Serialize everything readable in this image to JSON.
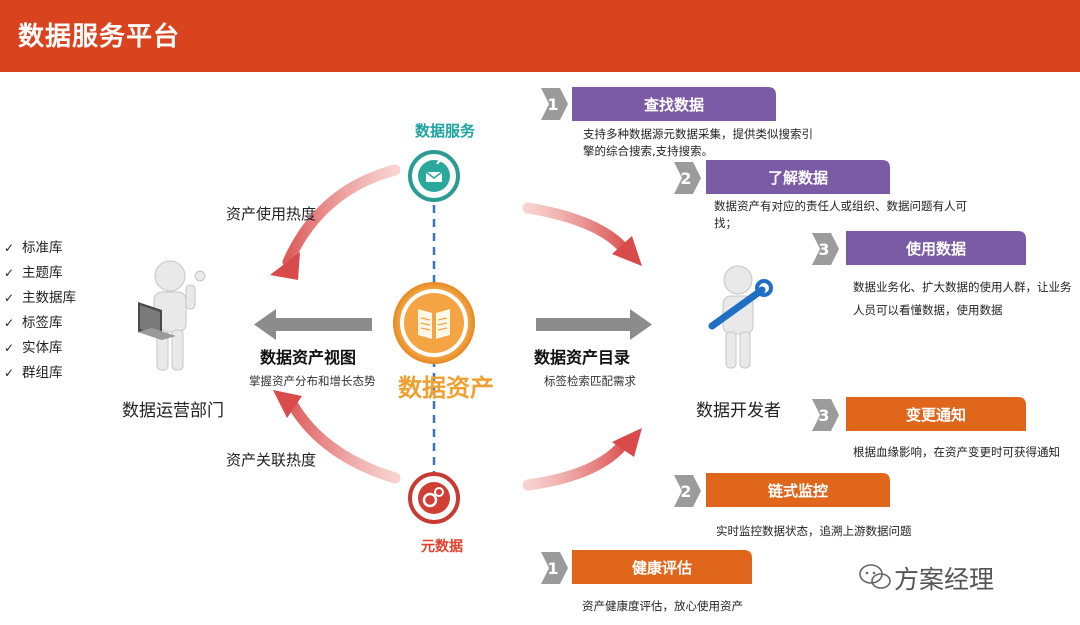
{
  "header": {
    "title": "数据服务平台"
  },
  "left": {
    "checklist": [
      "标准库",
      "主题库",
      "主数据库",
      "标签库",
      "实体库",
      "群组库"
    ],
    "dept_label": "数据运营部门",
    "usage_heat": "资产使用热度",
    "relation_heat": "资产关联热度"
  },
  "center": {
    "data_service": "数据服务",
    "data_asset": "数据资产",
    "metadata": "元数据",
    "view_title": "数据资产视图",
    "view_desc": "掌握资产分布和增长态势",
    "catalog_title": "数据资产目录",
    "catalog_desc": "标签检索匹配需求"
  },
  "right": {
    "developer_label": "数据开发者",
    "steps": [
      {
        "num": "1",
        "title": "查找数据",
        "desc": "支持多种数据源元数据采集，提供类似搜索引擎的综合搜索,支持搜索。",
        "color": "#7b5aa6"
      },
      {
        "num": "2",
        "title": "了解数据",
        "desc": "数据资产有对应的责任人或组织、数据问题有人可找；",
        "color": "#7b5aa6"
      },
      {
        "num": "3",
        "title": "使用数据",
        "desc": "数据业务化、扩大数据的使用人群，让业务人员可以看懂数据，使用数据",
        "color": "#7b5aa6"
      },
      {
        "num": "3",
        "title": "变更通知",
        "desc": "根据血缘影响，在资产变更时可获得通知",
        "color": "#e0661c"
      },
      {
        "num": "2",
        "title": "链式监控",
        "desc": "实时监控数据状态，追溯上游数据问题",
        "color": "#e0661c"
      },
      {
        "num": "1",
        "title": "健康评估",
        "desc": "资产健康度评估，放心使用资产",
        "color": "#e0661c"
      }
    ]
  },
  "watermark": {
    "text": "方案经理"
  },
  "colors": {
    "header": "#d9431e",
    "purple": "#7b5aa6",
    "orange": "#e0661c",
    "arrow_red": "#d94a4a",
    "teal": "#1fa3a3"
  }
}
